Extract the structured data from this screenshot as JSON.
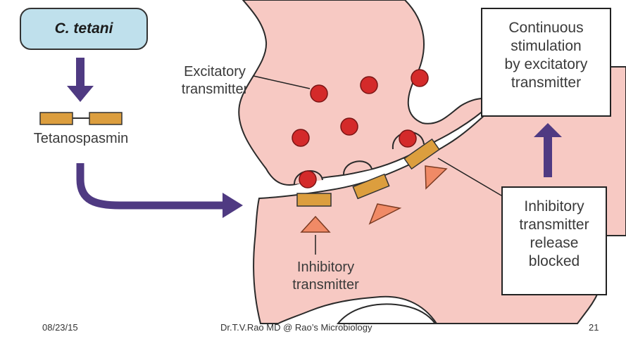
{
  "labels": {
    "organism": "C. tetani",
    "toxin": "Tetanospasmin",
    "excitatory": "Excitatory\ntransmitter",
    "inhibitory": "Inhibitory\ntransmitter",
    "blocked": "Inhibitory\ntransmitter\nrelease\nblocked",
    "result": "Continuous\nstimulation\nby excitatory\ntransmitter"
  },
  "footer": {
    "date": "08/23/15",
    "credit": "Dr.T.V.Rao MD @ Rao’s Microbiology",
    "page": "21"
  },
  "colors": {
    "neuron": "#f7c9c3",
    "vesicle": "#d42a2a",
    "toxin_rect": "#dc9e3e",
    "inhibitory_triangle": "#f08a66",
    "arrow": "#4f3a82",
    "box_bg": "#bfe0ec"
  }
}
